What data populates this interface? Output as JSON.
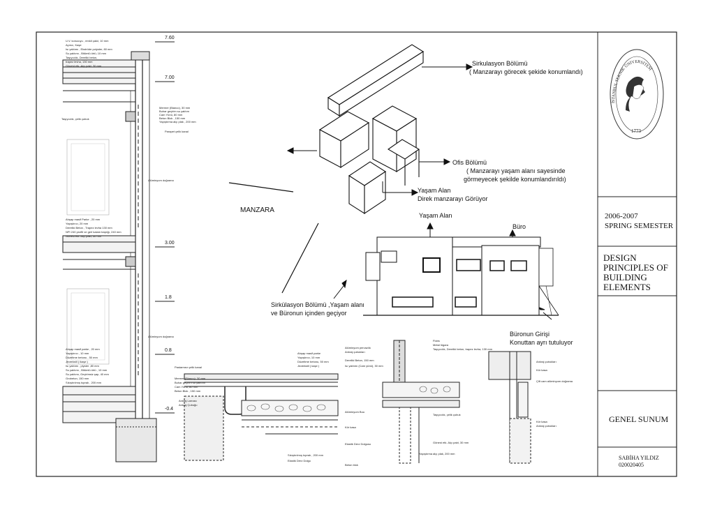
{
  "title_block": {
    "seal_text": "İSTANBUL TEKNİK ÜNİVERSİTESİ",
    "seal_year": "1773",
    "semester_line1": "2006-2007",
    "semester_line2": "SPRING SEMESTER",
    "course_line1": "DESIGN",
    "course_line2": "PRINCIPLES OF",
    "course_line3": "BUILDING",
    "course_line4": "ELEMENTS",
    "sheet_title": "GENEL SUNUM",
    "student_name": "SABİHA YILDIZ",
    "student_no": "020020405"
  },
  "diagram": {
    "manzara": "MANZARA",
    "sirkulasyon_title": "Sirkulasyon Bölümü",
    "sirkulasyon_desc": "( Manzarayı görecek şekide konumlandı)",
    "ofis_title": "Ofis  Bölümü",
    "ofis_desc1": "( Manzarayı yaşam alanı sayesinde",
    "ofis_desc2": "görmeyecek şekilde konumlandırıldı)",
    "yasam_title": "Yaşam Alan",
    "yasam_desc": "Direk manzarayı Görüyor",
    "elev_yasam": "Yaşam Alan",
    "elev_buro": "Büro",
    "circ_desc1": "Sirkülasyon Bölümü ,Yaşam alanı",
    "circ_desc2": "ve Büronun içinden geçiyor",
    "buro_entry1": "Büronun Girişi",
    "buro_entry2": "Konuttan ayrı tutuluyor"
  },
  "levels": [
    "7.60",
    "7.00",
    "3.00",
    "1.8",
    "0.8",
    "-0.4"
  ],
  "section_notes": {
    "top_layers": [
      "U.V. korucuyu , renkli çakıl, 10 mm",
      "Ayırıcı, Kaşe",
      "Isı yalıtımı , Ekstrüde polyster, 80 mm",
      "Su yalıtımı , Bitümlü örtü, 10 mm",
      "Taşıyıcılık, Dereliki beton,",
      "trapez levha, 130 mm",
      "Gönest etk. Alçı pakt, 30 mm"
    ],
    "floor_layers": [
      "Mermer (Bianco), 30 mm",
      "Buhar geçirim su yalıtım",
      "Cam Yünü, 80 mm",
      "Beton Blok , 150 mm",
      "Yapıştırma alçı plak , 200 mm"
    ],
    "mid_layers": [
      "Ahşap masif Parke , 20 mm",
      "Yapıştırıcı, 20 mm",
      "Dereliki Beton , Trapez levha 130 mm",
      "NPI 240 profili ve gerl kalam başlığı, 240 mm",
      "Gönest etk. Alçı pakt, 30 mm"
    ],
    "low_layers": [
      "Ahşap masif parke , 20 mm",
      "Yapıştırıcı , 10 mm",
      "Düzeltme betonu , 50 mm",
      "Jeotekstil ( ikaşe )",
      "Isı yalıtımı , plyster ,80 mm",
      "Su yalıtımı , Bitümlü örtü , 10 mm",
      "Su yalıtımı, Geçirimsiz şap, 40 mm",
      "Grobeton, 150 mm",
      "Sıkıştırılmış toprak , 200 mm"
    ],
    "labels": [
      "Taşıyıcılık, çelik çubuk",
      "Parapet çelik kanal",
      "Alüminyum doğrama",
      "Alüminyum doğrama",
      "Pastarmez çelik kanal",
      "Ahşap masif parke",
      "Yapıştırıcı, 10 mm",
      "Düzeltme betonu, 50 mm",
      "Jeotekstil ( kaşe )",
      "Mermer (Bianco), 30 mm",
      "Buhar geçirim su yalıtımı",
      "Cam Yünü, 80 mm",
      "Beton Blok , 150 mm",
      "Ankraj Larnası",
      "Ankraj Çubuğu",
      "Sıkıştırılmış toprak , 200 mm",
      "Elastik Derz Dolgu",
      "Alüminyum pervazlık",
      "Ankraj çubukları",
      "Dereliki Beton, 150 mm",
      "Isı yalıtımı (Cam yünü), 30 mm",
      "Alüminyum Bou",
      "Kör kasa",
      "Elastik Derz Dolgusu",
      "Beton blok",
      "Flobs",
      "Metal lügara",
      "Taşıyıcılık, Dereliki beton, trapez levha, 130 mm",
      "Taşıyıcılık, çelik çubuk",
      "Gönest etk. Alçı pakt, 30 mm",
      "Yapıştırma alçı plak, 200 mm",
      "Ankraj çubukları",
      "Kör kasa",
      "Çift cam alüminyum doğrama",
      "Kör kasa",
      "Ankraj çubukları"
    ]
  }
}
